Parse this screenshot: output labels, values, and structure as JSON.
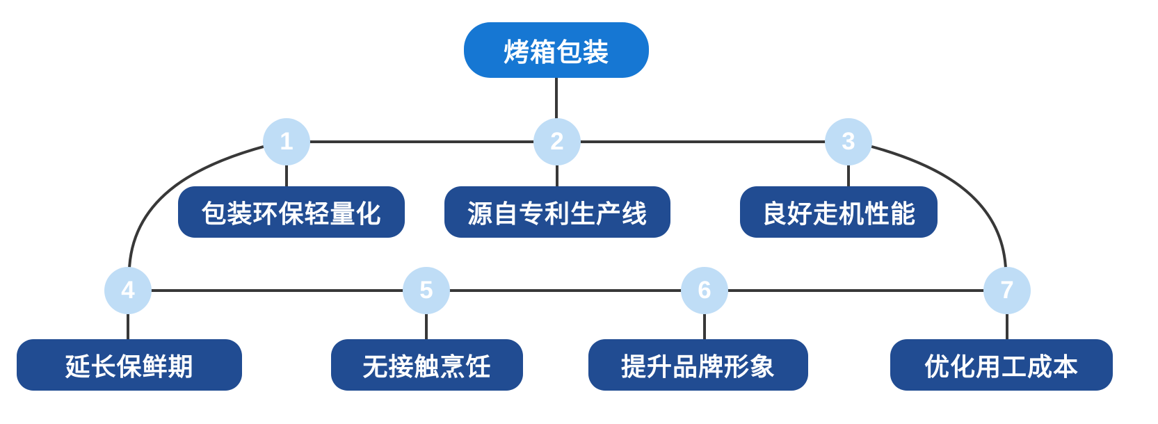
{
  "diagram": {
    "type": "mind-map",
    "root": {
      "label": "烤箱包装"
    },
    "branches": [
      {
        "number": "1",
        "label": "包装环保轻量化"
      },
      {
        "number": "2",
        "label": "源自专利生产线"
      },
      {
        "number": "3",
        "label": "良好走机性能"
      },
      {
        "number": "4",
        "label": "延长保鲜期"
      },
      {
        "number": "5",
        "label": "无接触烹饪"
      },
      {
        "number": "6",
        "label": "提升品牌形象"
      },
      {
        "number": "7",
        "label": "优化用工成本"
      }
    ]
  },
  "colors": {
    "root_bg": "#1677d3",
    "circle_bg": "#bfddf6",
    "box_bg": "#214c92",
    "line": "#383838",
    "node_text": "#ffffff"
  }
}
